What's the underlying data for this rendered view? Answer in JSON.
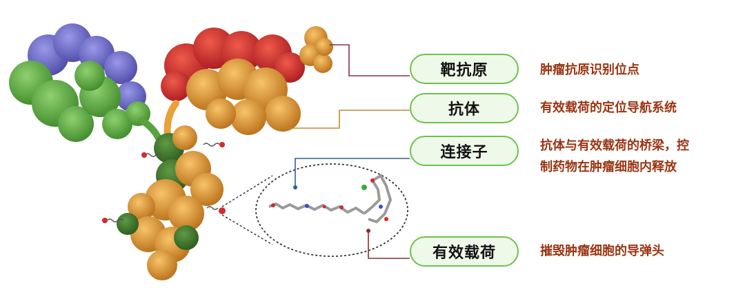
{
  "labels": [
    {
      "term": "靶抗原",
      "desc": [
        "肿瘤抗原识别位点"
      ]
    },
    {
      "term": "抗体",
      "desc": [
        "有效载荷的定位导航系统"
      ]
    },
    {
      "term": "连接子",
      "desc": [
        "抗体与有效载荷的桥梁，控",
        "制药物在肿瘤细胞内释放"
      ]
    },
    {
      "term": "有效载荷",
      "desc": [
        "摧毁肿瘤细胞的导弹头"
      ]
    }
  ],
  "colors": {
    "pill_border": "#6cc24a",
    "pill_fill": "#eef9ea",
    "desc_text": "#9a3412",
    "antigen_red": "#d42a2a",
    "antigen_orange": "#f2a33a",
    "antibody_orange": "#e8a23a",
    "domain_green": "#5aa23e",
    "domain_blue": "#6a68c6",
    "hinge_dark_green": "#3e6f2a",
    "leader_antigen": "#8b2e4a",
    "leader_antibody": "#c08a2e",
    "leader_linker": "#2e5f8b",
    "leader_payload": "#8b2e2e"
  },
  "icons": [
    "antibody-drug-conjugate-illustration",
    "molecule-inset"
  ]
}
